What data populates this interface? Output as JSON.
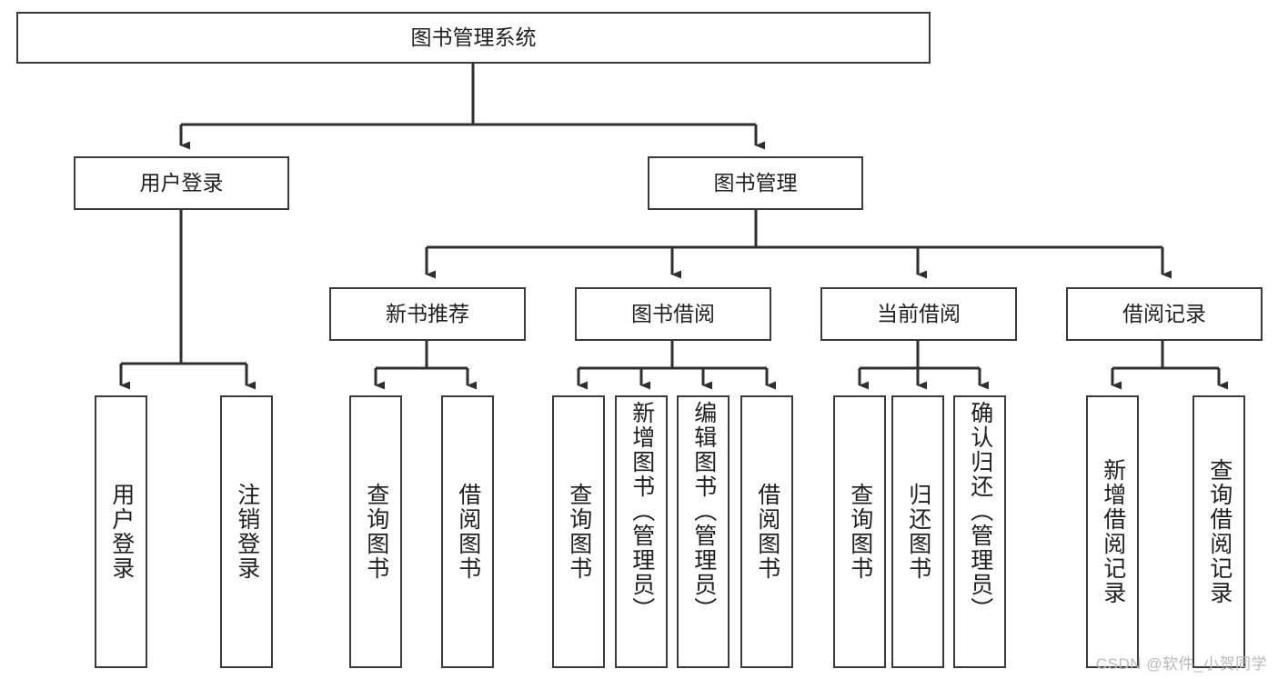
{
  "diagram": {
    "title": "图书管理系统",
    "type": "hierarchy-tree",
    "watermark": "CSDN @软件_小贺同学",
    "colors": {
      "box_border": "#3a3a3a",
      "box_fill": "#ffffff",
      "edge": "#2f2f2f",
      "text": "#1f1f1f",
      "watermark": "#b9b9b9"
    },
    "levels": {
      "level1": [
        {
          "id": "root",
          "label": "图书管理系统"
        }
      ],
      "level2": [
        {
          "id": "user-login",
          "label": "用户登录"
        },
        {
          "id": "book-manage",
          "label": "图书管理"
        }
      ],
      "level3": [
        {
          "id": "new-book-rec",
          "label": "新书推荐"
        },
        {
          "id": "book-borrow",
          "label": "图书借阅"
        },
        {
          "id": "current-borrow",
          "label": "当前借阅"
        },
        {
          "id": "borrow-record",
          "label": "借阅记录"
        }
      ],
      "level4": [
        {
          "id": "leaf-user-login",
          "label": "用户登录",
          "parent": "user-login"
        },
        {
          "id": "leaf-logout-login",
          "label": "注销登录",
          "parent": "user-login"
        },
        {
          "id": "leaf-query-book-1",
          "label": "查询图书",
          "parent": "new-book-rec"
        },
        {
          "id": "leaf-borrow-book-1",
          "label": "借阅图书",
          "parent": "new-book-rec"
        },
        {
          "id": "leaf-query-book-2",
          "label": "查询图书",
          "parent": "book-borrow"
        },
        {
          "id": "leaf-add-book",
          "label": "新增图书（管理员）",
          "parent": "book-borrow"
        },
        {
          "id": "leaf-edit-book",
          "label": "编辑图书（管理员）",
          "parent": "book-borrow"
        },
        {
          "id": "leaf-borrow-book-2",
          "label": "借阅图书",
          "parent": "book-borrow"
        },
        {
          "id": "leaf-query-book-3",
          "label": "查询图书",
          "parent": "current-borrow"
        },
        {
          "id": "leaf-return-book",
          "label": "归还图书",
          "parent": "current-borrow"
        },
        {
          "id": "leaf-confirm-return",
          "label": "确认归还（管理员）",
          "parent": "current-borrow"
        },
        {
          "id": "leaf-add-record",
          "label": "新增借阅记录",
          "parent": "borrow-record"
        },
        {
          "id": "leaf-query-record",
          "label": "查询借阅记录",
          "parent": "borrow-record"
        }
      ]
    }
  }
}
